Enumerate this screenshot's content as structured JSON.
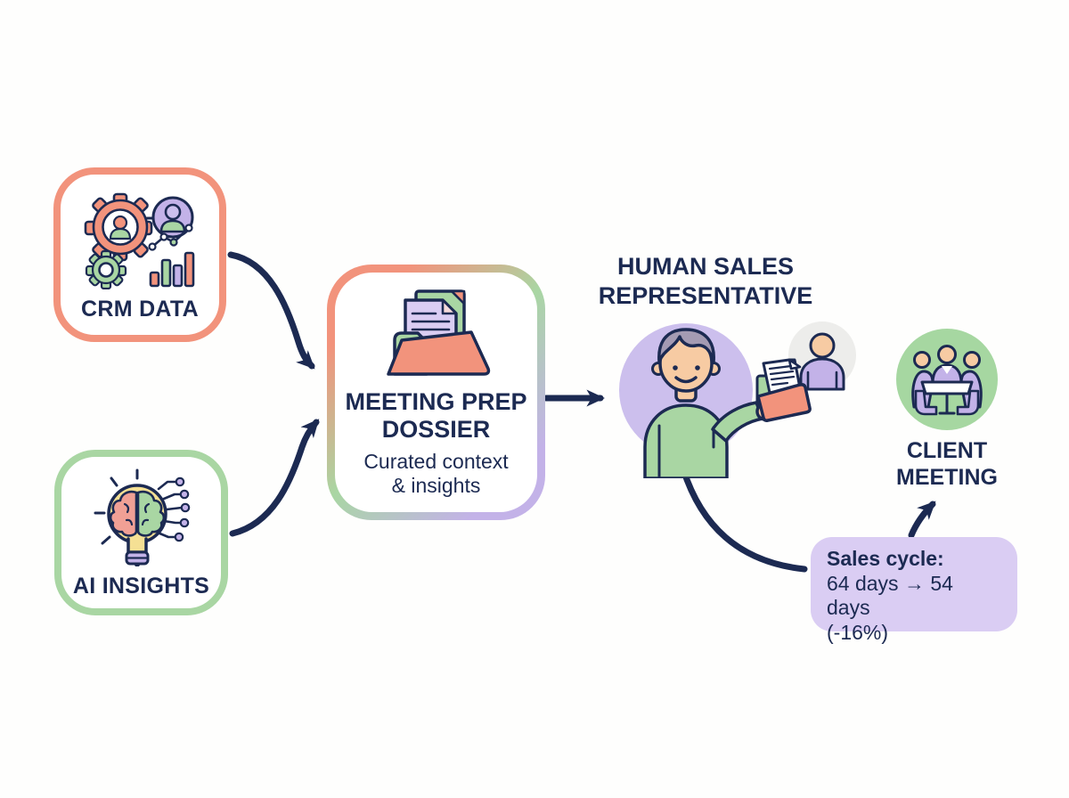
{
  "colors": {
    "navy": "#1c2a52",
    "salmon": "#f2937c",
    "green": "#a9d6a3",
    "purple": "#c3b2e8",
    "lavender": "#dacdf3",
    "purple-circle": "#ccbfed",
    "green-circle": "#a6d7a1",
    "gray-circle": "#ededeb",
    "skin": "#f7cba3",
    "hair": "#a49bb3",
    "yellow": "#f5e094",
    "pink-brain": "#f0a095"
  },
  "nodes": {
    "crm": {
      "label": "CRM DATA",
      "icon": "crm-data-icon"
    },
    "ai": {
      "label": "AI INSIGHTS",
      "icon": "ai-insights-icon"
    },
    "dossier": {
      "title": "MEETING PREP\nDOSSIER",
      "subtitle": "Curated context\n& insights",
      "icon": "folder-documents-icon"
    },
    "rep": {
      "title": "HUMAN SALES\nREPRESENTATIVE",
      "icon": "sales-rep-illustration"
    },
    "client": {
      "label": "CLIENT\nMEETING",
      "icon": "meeting-table-icon"
    },
    "callout": {
      "heading": "Sales cycle:",
      "before_after": "64 days → 54 days",
      "delta": "(-16%)"
    }
  }
}
